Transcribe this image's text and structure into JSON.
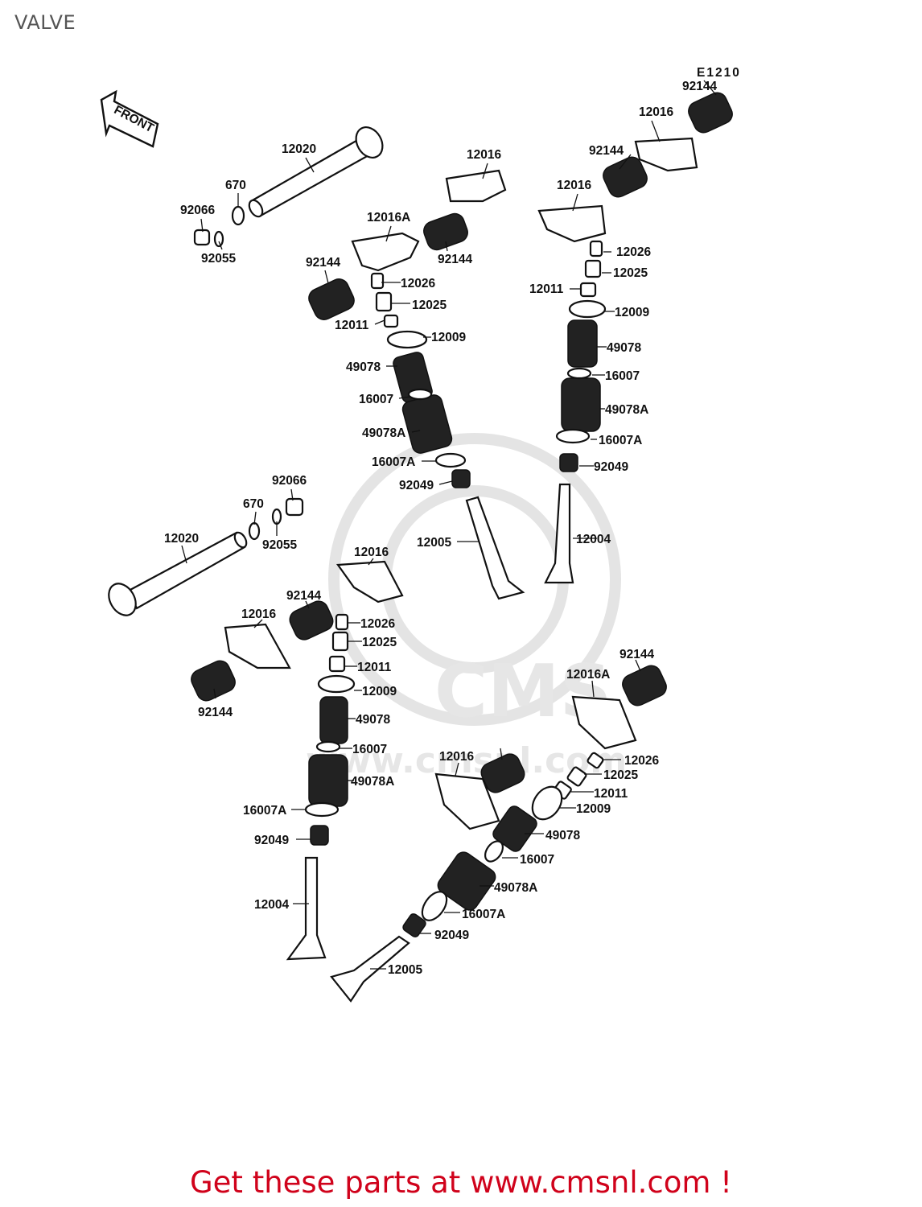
{
  "header": {
    "title": "VALVE"
  },
  "diagram": {
    "code": "E1210",
    "front_label": "FRONT",
    "watermark": {
      "brand": "CMS",
      "site": "www.cmsnl.com"
    },
    "labels": [
      "92144",
      "12016",
      "92144",
      "12020",
      "12016",
      "670",
      "12016",
      "92066",
      "12016A",
      "92055",
      "92144",
      "12026",
      "92144",
      "12025",
      "12026",
      "12011",
      "12025",
      "12009",
      "12011",
      "49078",
      "12009",
      "49078",
      "16007",
      "16007",
      "49078A",
      "49078A",
      "16007A",
      "16007A",
      "92049",
      "92049",
      "92066",
      "670",
      "12005",
      "12004",
      "12020",
      "92055",
      "12016",
      "92144",
      "12016",
      "12026",
      "12025",
      "12011",
      "92144",
      "12009",
      "49078",
      "12016A",
      "16007",
      "92144",
      "12016",
      "12026",
      "49078A",
      "12025",
      "12011",
      "16007A",
      "12009",
      "92049",
      "49078",
      "16007",
      "12004",
      "49078A",
      "16007A",
      "92049",
      "12005"
    ]
  },
  "banner": {
    "text": "Get these parts at www.cmsnl.com !"
  },
  "colors": {
    "banner": "#d0021b",
    "title": "#555555",
    "line": "#111111",
    "watermark": "#e4e4e4"
  }
}
